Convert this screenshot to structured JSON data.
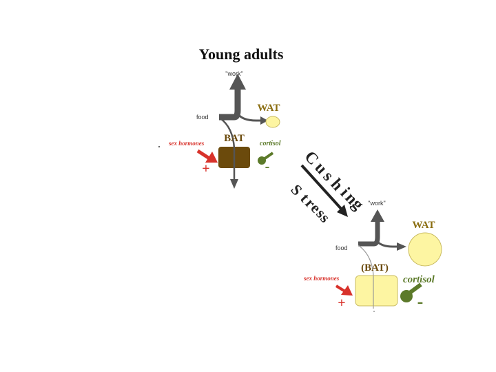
{
  "title": "Young adults",
  "young": {
    "work": "\"work\"",
    "food": "food",
    "wat": "WAT",
    "bat": "BAT",
    "sex_hormones": "sex hormones",
    "cortisol": "cortisol",
    "plus": "+",
    "minus": "-"
  },
  "transition": {
    "cushing": [
      "C",
      "u",
      "s",
      "h",
      "i",
      "n",
      "g"
    ],
    "stress": [
      "S",
      "t",
      "r",
      "e",
      "s",
      "s"
    ]
  },
  "older": {
    "work": "\"work\"",
    "food": "food",
    "wat": "WAT",
    "bat": "(BAT)",
    "sex_hormones": "sex hormones",
    "cortisol": "cortisol",
    "plus": "+",
    "minus": "-"
  },
  "colors": {
    "arrow_gray": "#555555",
    "wat_label": "#8a6d10",
    "wat_fill": "#fdf5a2",
    "bat_dark": "#6b4a0c",
    "bat_light": "#fdf5a2",
    "sex_hormone_red": "#d8322b",
    "cortisol_green": "#5c7a2a",
    "arrow_black": "#222222"
  }
}
